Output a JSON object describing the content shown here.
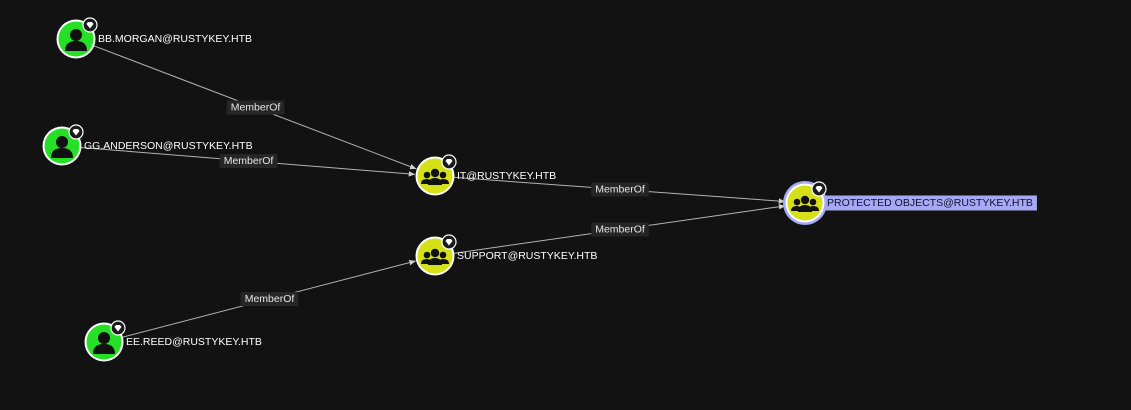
{
  "graph": {
    "accent_user": "#26e026",
    "accent_group": "#d6e019",
    "selected_ring": "#a7a8f3",
    "nodes": [
      {
        "id": "bbmorgan",
        "type": "user",
        "label": "BB.MORGAN@RUSTYKEY.HTB",
        "icon": "user-icon",
        "badge": "gem-icon",
        "selected": false
      },
      {
        "id": "gganderson",
        "type": "user",
        "label": "GG.ANDERSON@RUSTYKEY.HTB",
        "icon": "user-icon",
        "badge": "gem-icon",
        "selected": false
      },
      {
        "id": "eereed",
        "type": "user",
        "label": "EE.REED@RUSTYKEY.HTB",
        "icon": "user-icon",
        "badge": "gem-icon",
        "selected": false
      },
      {
        "id": "it",
        "type": "group",
        "label": "IT@RUSTYKEY.HTB",
        "icon": "group-icon",
        "badge": "gem-icon",
        "selected": false
      },
      {
        "id": "support",
        "type": "group",
        "label": "SUPPORT@RUSTYKEY.HTB",
        "icon": "group-icon",
        "badge": "gem-icon",
        "selected": false
      },
      {
        "id": "protected",
        "type": "group",
        "label": "PROTECTED OBJECTS@RUSTYKEY.HTB",
        "icon": "group-icon",
        "badge": "gem-icon",
        "selected": true
      }
    ],
    "edges": [
      {
        "source": "bbmorgan",
        "target": "it",
        "label": "MemberOf"
      },
      {
        "source": "gganderson",
        "target": "it",
        "label": "MemberOf"
      },
      {
        "source": "eereed",
        "target": "support",
        "label": "MemberOf"
      },
      {
        "source": "it",
        "target": "protected",
        "label": "MemberOf"
      },
      {
        "source": "support",
        "target": "protected",
        "label": "MemberOf"
      }
    ]
  }
}
